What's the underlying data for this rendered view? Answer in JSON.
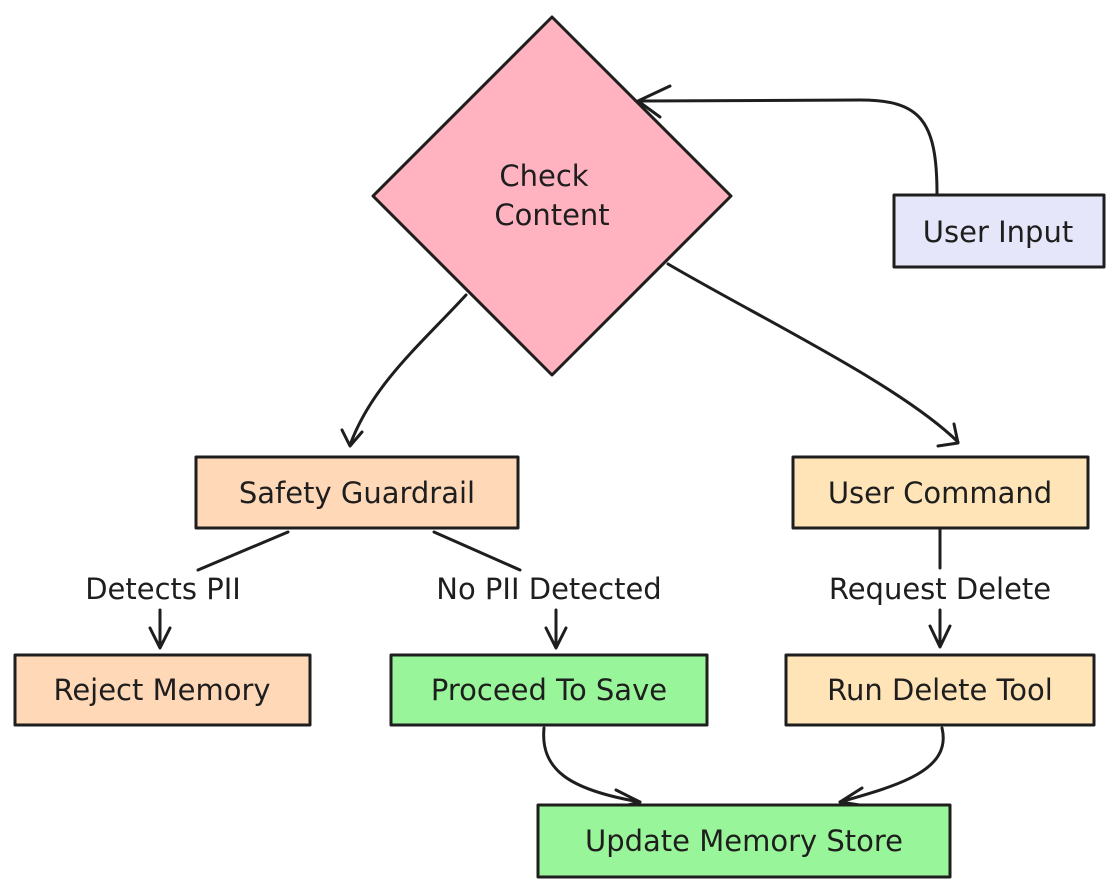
{
  "colors": {
    "decision_fill": "#ffb3c1",
    "input_fill": "#e6e6fa",
    "orange_fill": "#ffd8b8",
    "yellow_fill": "#ffe4b8",
    "green_fill": "#99f599",
    "stroke": "#1e1e1e"
  },
  "nodes": {
    "check_content": {
      "line1": "Check",
      "line2": "Content"
    },
    "user_input": {
      "label": "User Input"
    },
    "safety_guardrail": {
      "label": "Safety Guardrail"
    },
    "user_command": {
      "label": "User Command"
    },
    "reject_memory": {
      "label": "Reject Memory"
    },
    "proceed_to_save": {
      "label": "Proceed To Save"
    },
    "run_delete_tool": {
      "label": "Run Delete Tool"
    },
    "update_memory_store": {
      "label": "Update Memory Store"
    }
  },
  "edges": {
    "detects_pii": "Detects PII",
    "no_pii_detected": "No PII Detected",
    "request_delete": "Request Delete"
  }
}
